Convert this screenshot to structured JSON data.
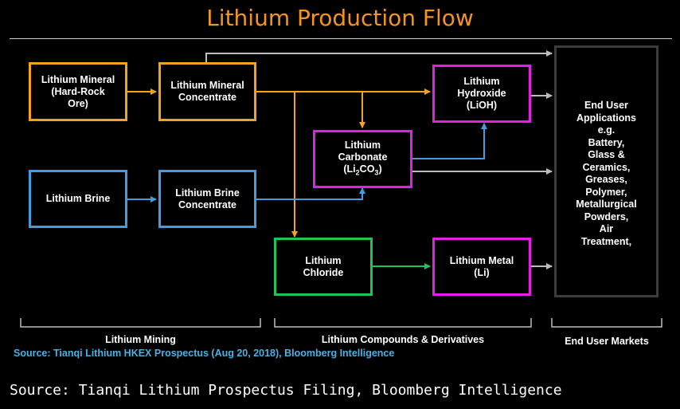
{
  "title": "Lithium Production Flow",
  "boxes": {
    "mineral": "Lithium Mineral\n(Hard-Rock\nOre)",
    "mineral_concentrate": "Lithium Mineral\nConcentrate",
    "brine": "Lithium Brine",
    "brine_concentrate": "Lithium Brine\nConcentrate",
    "hydroxide": "Lithium\nHydroxide\n(LiOH)",
    "carbonate_line1": "Lithium",
    "carbonate_line2": "Carbonate",
    "carbonate_formula_a": "(Li",
    "carbonate_formula_sub1": "2",
    "carbonate_formula_b": "CO",
    "carbonate_formula_sub2": "3",
    "carbonate_formula_c": ")",
    "chloride": "Lithium\nChloride",
    "metal": "Lithium Metal\n(Li)",
    "end_user": "End User\nApplications\ne.g.\nBattery,\nGlass &\nCeramics,\nGreases,\nPolymer,\nMetallurgical\nPowders,\nAir\nTreatment,"
  },
  "sections": {
    "mining": "Lithium Mining",
    "compounds": "Lithium Compounds & Derivatives",
    "markets": "End User Markets"
  },
  "source_inner": "Source: Tianqi Lithium HKEX Prospectus (Aug 20, 2018), Bloomberg Intelligence",
  "source_outer": "Source: Tianqi Lithium Prospectus Filing, Bloomberg Intelligence",
  "colors": {
    "title": "#f7941d",
    "orange": "#f7a21b",
    "blue": "#3f9ee3",
    "magenta": "#e41fe4",
    "green": "#21c25a",
    "gray_arrow": "#bdbdbd",
    "source_inner": "#4ab1e3"
  }
}
